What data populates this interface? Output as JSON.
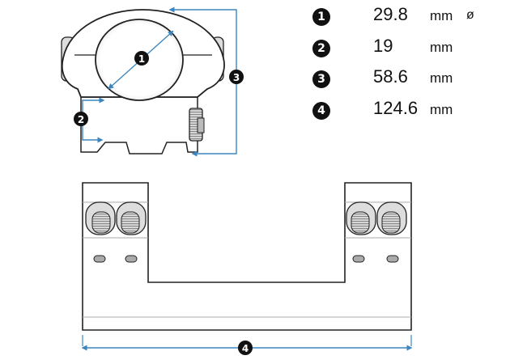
{
  "colors": {
    "dimension": "#3c86c0",
    "outline": "#222222",
    "shading": "#aaaaaa",
    "callout_bg": "#111111",
    "callout_text": "#ffffff"
  },
  "callouts": {
    "c1": "1",
    "c2": "2",
    "c3": "3",
    "c4": "4"
  },
  "legend": [
    {
      "num": "1",
      "value": "29.8",
      "unit": "mm",
      "symbol": "ø"
    },
    {
      "num": "2",
      "value": "19",
      "unit": "mm",
      "symbol": ""
    },
    {
      "num": "3",
      "value": "58.6",
      "unit": "mm",
      "symbol": ""
    },
    {
      "num": "4",
      "value": "124.6",
      "unit": "mm",
      "symbol": ""
    }
  ]
}
